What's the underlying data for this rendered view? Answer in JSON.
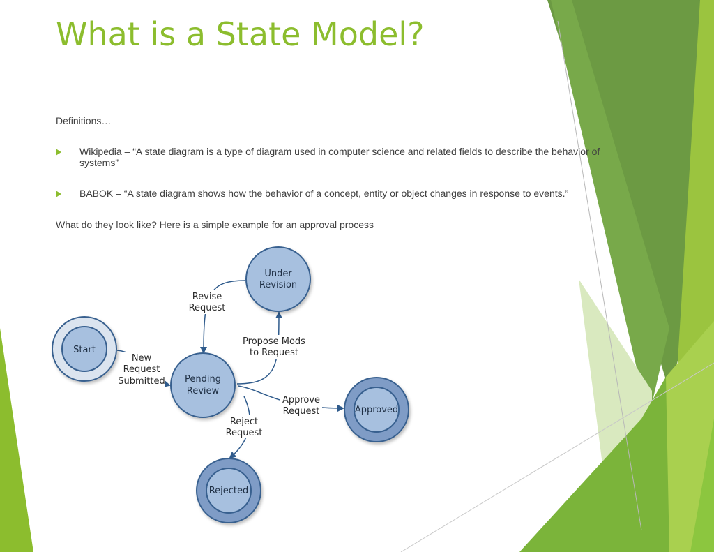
{
  "slide": {
    "title": "What is a State Model?",
    "definitions_heading": "Definitions…",
    "bullets": [
      {
        "line1": "Wikipedia – “A state diagram is a type of diagram used in computer science and related fields to describe the behavior of",
        "line2": "systems”"
      },
      {
        "line1": "BABOK – “A state diagram shows how the behavior of a concept, entity or object changes in response to events.”"
      }
    ],
    "example_intro": "What do they look like?  Here is a simple example for an approval process"
  },
  "diagram": {
    "states": {
      "start": "Start",
      "pending_l1": "Pending",
      "pending_l2": "Review",
      "under_l1": "Under",
      "under_l2": "Revision",
      "approved": "Approved",
      "rejected": "Rejected"
    },
    "transitions": {
      "new_l1": "New",
      "new_l2": "Request",
      "new_l3": "Submitted",
      "revise_l1": "Revise",
      "revise_l2": "Request",
      "propose_l1": "Propose Mods",
      "propose_l2": "to Request",
      "approve_l1": "Approve",
      "approve_l2": "Request",
      "reject_l1": "Reject",
      "reject_l2": "Request"
    }
  },
  "colors": {
    "accent_green": "#8cbd2e",
    "node_fill": "#a7c0df",
    "node_stroke": "#37608f",
    "terminal_fill": "#7f9cc6"
  }
}
